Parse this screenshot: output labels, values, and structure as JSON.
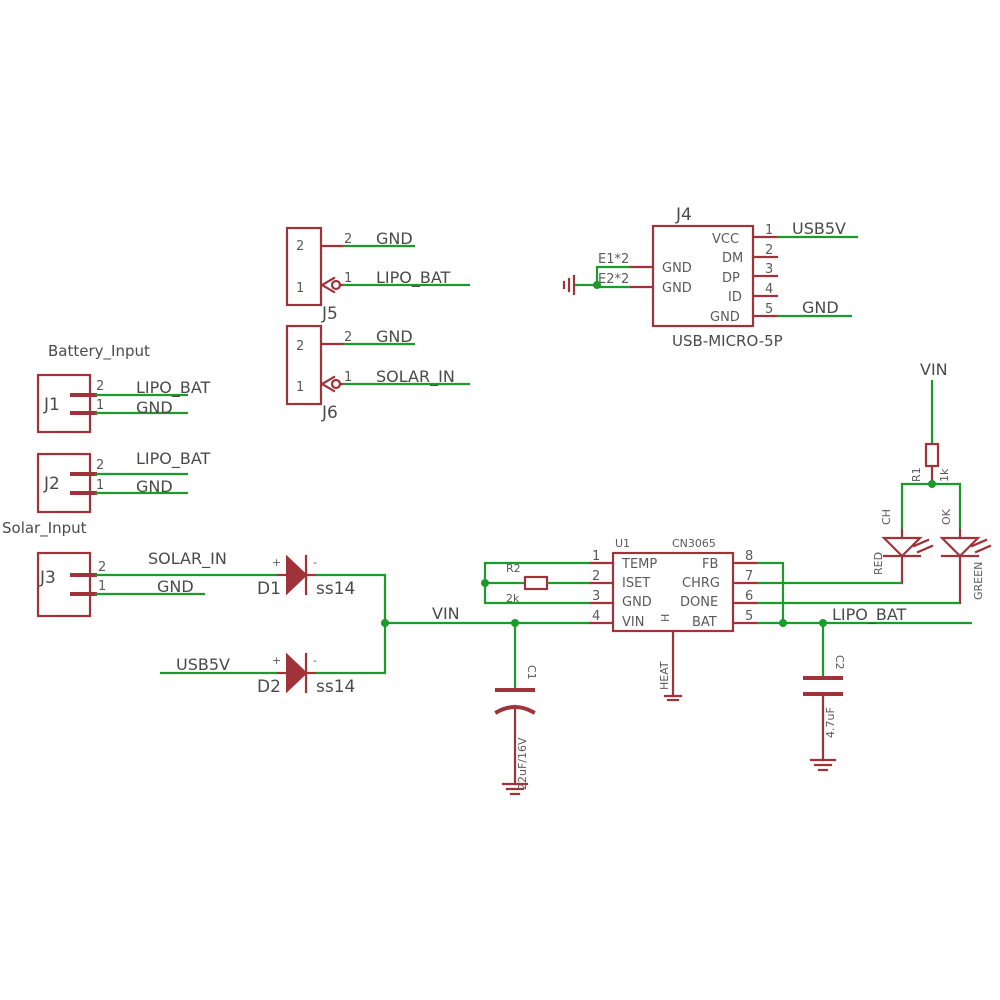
{
  "nets": {
    "gnd": "GND",
    "lipo_bat": "LIPO_BAT",
    "solar_in": "SOLAR_IN",
    "usb5v": "USB5V",
    "vin": "VIN"
  },
  "labels": {
    "battery_input": "Battery_Input",
    "solar_input": "Solar_Input"
  },
  "connectors": {
    "j1": "J1",
    "j2": "J2",
    "j3": "J3",
    "j5": "J5",
    "j6": "J6",
    "pin1": "1",
    "pin2": "2"
  },
  "usb": {
    "ref": "J4",
    "name": "USB-MICRO-5P",
    "e1": "E1*2",
    "e2": "E2*2",
    "gnd": "GND",
    "vcc": "VCC",
    "dm": "DM",
    "dp": "DP",
    "id": "ID",
    "p1": "1",
    "p2": "2",
    "p3": "3",
    "p4": "4",
    "p5": "5"
  },
  "diodes": {
    "d1": "D1",
    "d2": "D2",
    "part": "ss14",
    "plus": "+",
    "minus": "-"
  },
  "ic": {
    "ref": "U1",
    "part": "CN3065",
    "temp": "TEMP",
    "iset": "ISET",
    "gnd": "GND",
    "vin": "VIN",
    "fb": "FB",
    "chrg": "CHRG",
    "done": "DONE",
    "bat": "BAT",
    "heat": "HEAT",
    "h": "H",
    "p1": "1",
    "p2": "2",
    "p3": "3",
    "p4": "4",
    "p5": "5",
    "p6": "6",
    "p7": "7",
    "p8": "8"
  },
  "passives": {
    "r2": "R2",
    "r2_val": "2k",
    "r1": "R1",
    "r1_val": "1k",
    "c1": "C1",
    "c1_val": "22uF/16V",
    "c2": "C2",
    "c2_val": "4.7uF"
  },
  "leds": {
    "ch": "CH",
    "ok": "OK",
    "red": "RED",
    "green": "GREEN"
  }
}
